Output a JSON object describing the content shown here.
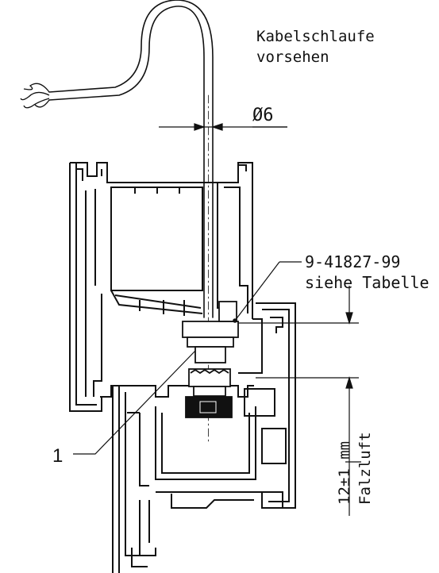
{
  "annotations": {
    "cable_loop_line1": "Kabelschlaufe",
    "cable_loop_line2": "vorsehen",
    "diameter": "Ø6",
    "part_number": "9-41827-99",
    "part_table": "siehe Tabelle",
    "gap_value": "12±1 mm",
    "gap_label": "Falzluft",
    "callout_number": "1"
  },
  "colors": {
    "line": "#111111",
    "background": "#ffffff",
    "hatch": "#111111"
  }
}
